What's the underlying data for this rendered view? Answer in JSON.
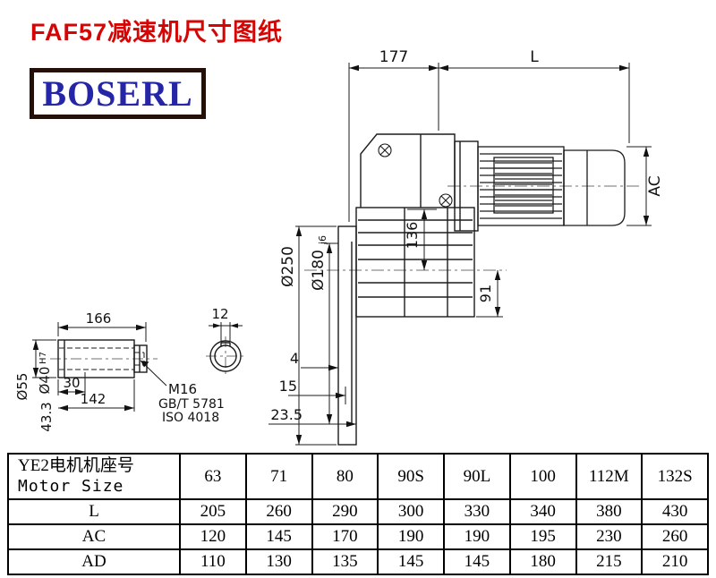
{
  "page": {
    "title": "FAF57减速机尺寸图纸",
    "logo_text": "BOSERL"
  },
  "drawing": {
    "top_dim_left": "177",
    "top_dim_right": "L",
    "motor_height": "AC",
    "flange_dia": "Ø250",
    "spigot_dia": "Ø180",
    "spigot_tol": "j6",
    "dim_136": "136",
    "dim_91": "91",
    "dim_4": "4",
    "dim_15": "15",
    "dim_23_5": "23.5",
    "shaft": {
      "length_166": "166",
      "key_width_12": "12",
      "dim_30": "30",
      "dim_142": "142",
      "outer_dia": "Ø55",
      "bore_dia": "Ø40",
      "bore_tol": "H7",
      "dim_43_3": "43.3",
      "thread": "M16",
      "std_gb": "GB/T 5781",
      "std_iso": "ISO 4018"
    }
  },
  "table": {
    "header": {
      "line1": "YE2电机机座号",
      "line2": "Motor Size",
      "sizes": [
        "63",
        "71",
        "80",
        "90S",
        "90L",
        "100",
        "112M",
        "132S"
      ]
    },
    "rows": [
      {
        "label": "L",
        "values": [
          "205",
          "260",
          "290",
          "300",
          "330",
          "340",
          "380",
          "430"
        ]
      },
      {
        "label": "AC",
        "values": [
          "120",
          "145",
          "170",
          "190",
          "190",
          "195",
          "230",
          "260"
        ]
      },
      {
        "label": "AD",
        "values": [
          "110",
          "130",
          "135",
          "145",
          "145",
          "180",
          "215",
          "210"
        ]
      }
    ]
  }
}
